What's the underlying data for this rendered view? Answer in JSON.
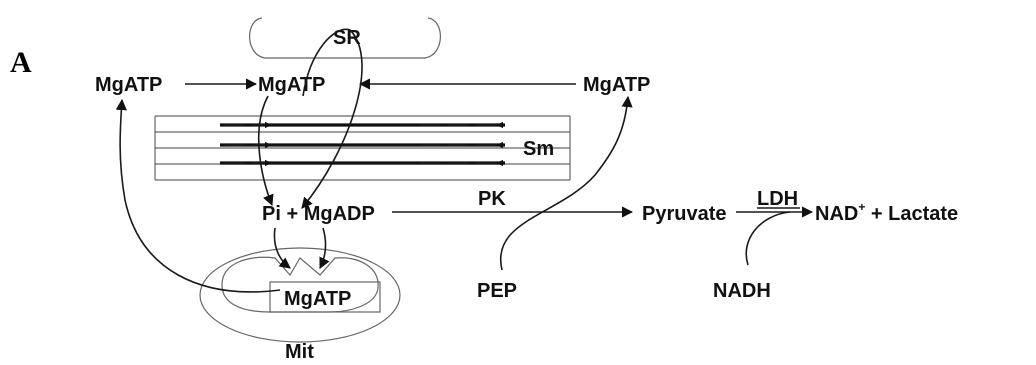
{
  "panel_label": "A",
  "labels": {
    "sr": "SR",
    "mgatp_left": "MgATP",
    "mgatp_center": "MgATP",
    "mgatp_right": "MgATP",
    "sm": "Sm",
    "pi_mgadp": "Pi + MgADP",
    "pk": "PK",
    "pyruvate": "Pyruvate",
    "ldh": "LDH",
    "nad": "NAD",
    "nad_charge": "+",
    "lactate": " + Lactate",
    "pep": "PEP",
    "nadh": "NADH",
    "mgatp_mit": "MgATP",
    "mit": "Mit"
  }
}
